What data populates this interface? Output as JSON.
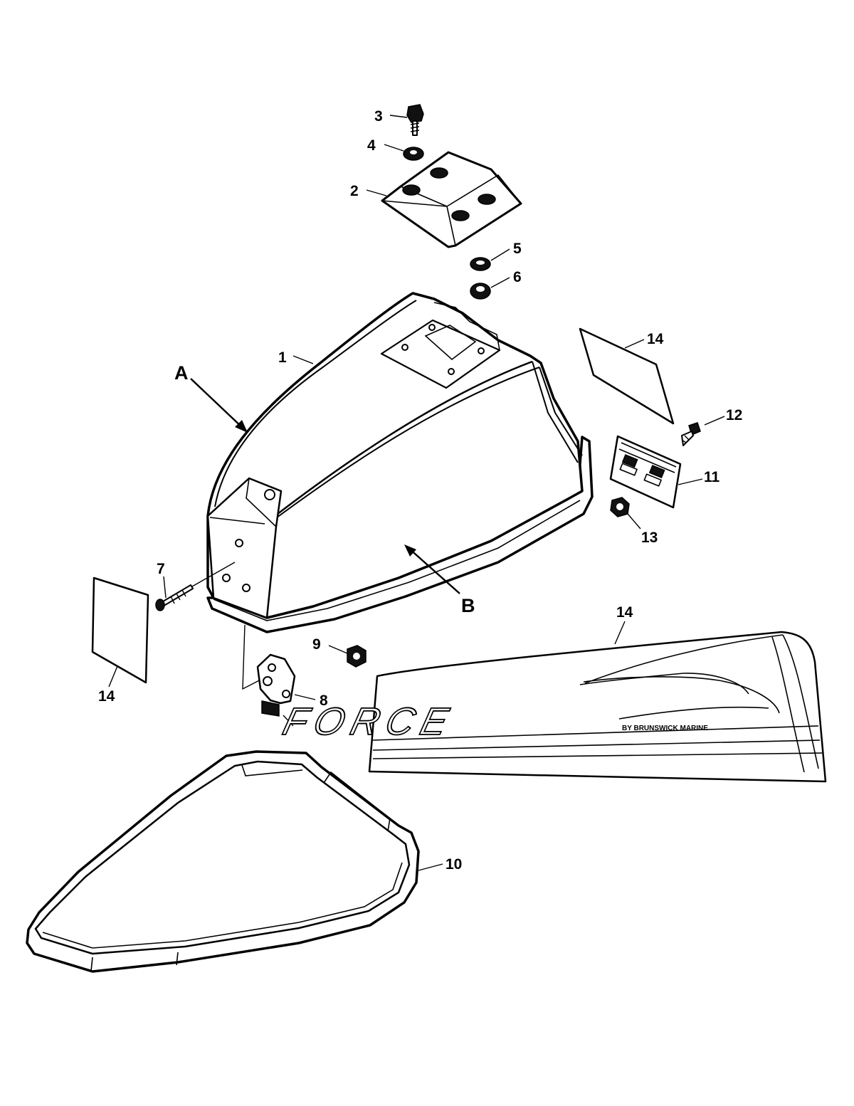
{
  "diagram": {
    "callouts": {
      "c1": "1",
      "c2": "2",
      "c3": "3",
      "c4": "4",
      "c5": "5",
      "c6": "6",
      "c7": "7",
      "c8": "8",
      "c9": "9",
      "c10": "10",
      "c11": "11",
      "c12": "12",
      "c13": "13",
      "c14a": "14",
      "c14b": "14",
      "c14c": "14"
    },
    "view_markers": {
      "a": "A",
      "b": "B"
    },
    "decal": {
      "brand": "FORCE",
      "tagline": "BY BRUNSWICK MARINE"
    }
  }
}
